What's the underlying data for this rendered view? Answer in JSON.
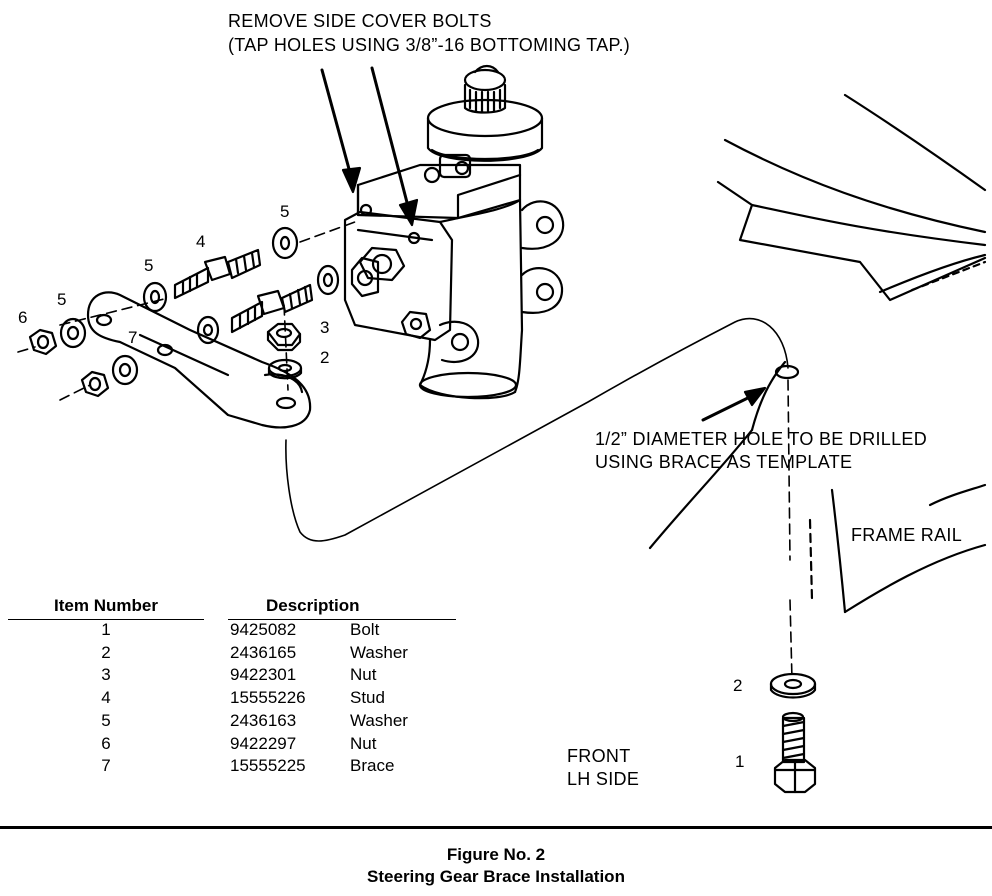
{
  "callouts": {
    "side_cover_1": "REMOVE SIDE COVER BOLTS",
    "side_cover_2": "(TAP HOLES USING 3/8”-16 BOTTOMING TAP.)",
    "hole_1": "1/2” DIAMETER HOLE TO BE DRILLED",
    "hole_2": "USING BRACE AS TEMPLATE",
    "frame_rail": "FRAME RAIL",
    "front_1": "FRONT",
    "front_2": "LH SIDE"
  },
  "item_labels": {
    "n6": "6",
    "n5a": "5",
    "n5b": "5",
    "n4": "4",
    "n5c": "5",
    "n7": "7",
    "n3": "3",
    "n2": "2",
    "n2b": "2",
    "n1": "1"
  },
  "parts_table": {
    "header_item": "Item Number",
    "header_desc": "Description",
    "rows": [
      {
        "item": "1",
        "part": "9425082",
        "desc": "Bolt"
      },
      {
        "item": "2",
        "part": "2436165",
        "desc": "Washer"
      },
      {
        "item": "3",
        "part": "9422301",
        "desc": "Nut"
      },
      {
        "item": "4",
        "part": "15555226",
        "desc": "Stud"
      },
      {
        "item": "5",
        "part": "2436163",
        "desc": "Washer"
      },
      {
        "item": "6",
        "part": "9422297",
        "desc": "Nut"
      },
      {
        "item": "7",
        "part": "15555225",
        "desc": "Brace"
      }
    ]
  },
  "caption": {
    "figure": "Figure No. 2",
    "title": "Steering Gear Brace Installation"
  }
}
